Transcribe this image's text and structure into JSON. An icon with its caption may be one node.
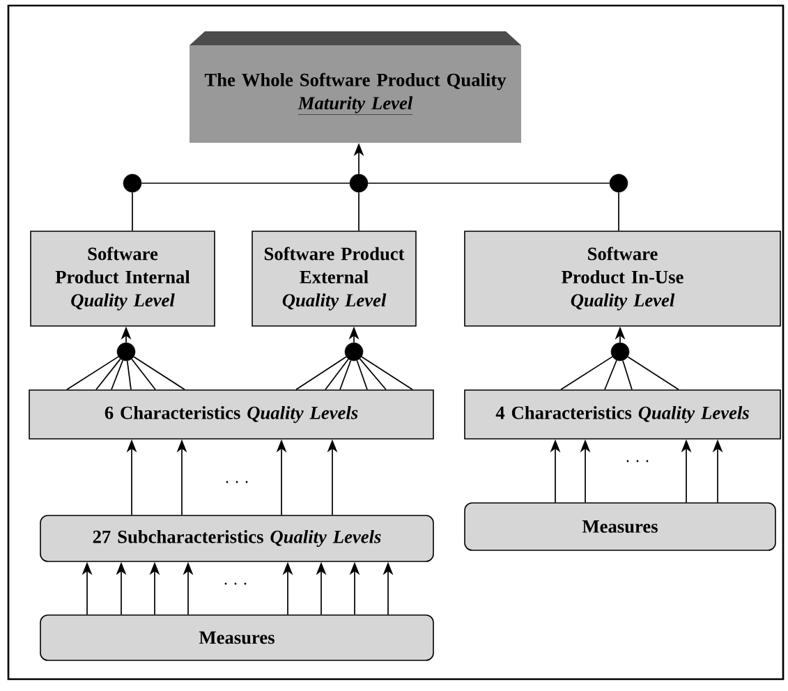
{
  "diagram": {
    "nodes": [
      {
        "text": [
          "The Whole Software Product Quality",
          "Maturity Level"
        ]
      },
      {
        "text": [],
        "shape": "circle"
      },
      {
        "text": [],
        "shape": "circle"
      },
      {
        "text": [],
        "shape": "circle"
      },
      {
        "text": [
          "Software Product Internal",
          "Quality Level"
        ]
      },
      {
        "text": [
          "Software Product External",
          "Quality Level"
        ]
      },
      {
        "text": [
          "Software Product In-Use",
          "Quality Level"
        ]
      },
      {
        "text": [],
        "shape": "circle"
      },
      {
        "text": [],
        "shape": "circle"
      },
      {
        "text": [],
        "shape": "circle"
      },
      {
        "text": [
          "6 Characteristics *Quality Levels*"
        ]
      },
      {
        "text": [
          "4 Characteristics *Quality Levels*"
        ]
      },
      {
        "text": [
          "27 Subcharacteristics *Quality Levels*"
        ]
      },
      {
        "text": [
          "Measures"
        ]
      },
      {
        "text": [
          "Measures"
        ]
      }
    ],
    "edges": [
      {
        "from": 1,
        "to": 2,
        "arrow": "none"
      },
      {
        "from": 2,
        "to": 3,
        "arrow": "none"
      },
      {
        "from": 2,
        "to": 0,
        "arrow": "to"
      },
      {
        "from": 4,
        "to": 1,
        "arrow": "none"
      },
      {
        "from": 5,
        "to": 2,
        "arrow": "none"
      },
      {
        "from": 6,
        "to": 3,
        "arrow": "none"
      },
      {
        "from": 7,
        "to": 4,
        "arrow": "to"
      },
      {
        "from": 8,
        "to": 5,
        "arrow": "to"
      },
      {
        "from": 9,
        "to": 6,
        "arrow": "to"
      },
      {
        "from": 10,
        "to": 7,
        "arrow": "none"
      },
      {
        "from": 10,
        "to": 7,
        "arrow": "none"
      },
      {
        "from": 10,
        "to": 7,
        "arrow": "none"
      },
      {
        "from": 10,
        "to": 7,
        "arrow": "none"
      },
      {
        "from": 10,
        "to": 7,
        "arrow": "none"
      },
      {
        "from": 10,
        "to": 7,
        "arrow": "none"
      },
      {
        "from": 10,
        "to": 8,
        "arrow": "none"
      },
      {
        "from": 10,
        "to": 8,
        "arrow": "none"
      },
      {
        "from": 10,
        "to": 8,
        "arrow": "none"
      },
      {
        "from": 10,
        "to": 8,
        "arrow": "none"
      },
      {
        "from": 10,
        "to": 8,
        "arrow": "none"
      },
      {
        "from": 10,
        "to": 8,
        "arrow": "none"
      },
      {
        "from": 11,
        "to": 9,
        "arrow": "none"
      },
      {
        "from": 11,
        "to": 9,
        "arrow": "none"
      },
      {
        "from": 11,
        "to": 9,
        "arrow": "none"
      },
      {
        "from": 11,
        "to": 9,
        "arrow": "none"
      },
      {
        "from": 12,
        "to": 10,
        "arrow": "to"
      },
      {
        "from": 12,
        "to": 10,
        "arrow": "to"
      },
      {
        "from": 12,
        "to": 10,
        "arrow": "to"
      },
      {
        "from": 12,
        "to": 10,
        "arrow": "to"
      },
      {
        "from": 13,
        "to": 11,
        "arrow": "to"
      },
      {
        "from": 13,
        "to": 11,
        "arrow": "to"
      },
      {
        "from": 13,
        "to": 11,
        "arrow": "to"
      },
      {
        "from": 13,
        "to": 11,
        "arrow": "to"
      },
      {
        "from": 14,
        "to": 12,
        "arrow": "to"
      },
      {
        "from": 14,
        "to": 12,
        "arrow": "to"
      },
      {
        "from": 14,
        "to": 12,
        "arrow": "to"
      },
      {
        "from": 14,
        "to": 12,
        "arrow": "to"
      },
      {
        "from": 14,
        "to": 12,
        "arrow": "to"
      },
      {
        "from": 14,
        "to": 12,
        "arrow": "to"
      },
      {
        "from": 14,
        "to": 12,
        "arrow": "to"
      },
      {
        "from": 14,
        "to": 12,
        "arrow": "to"
      }
    ],
    "labels": [
      ". . .",
      ". . .",
      ". . ."
    ]
  }
}
